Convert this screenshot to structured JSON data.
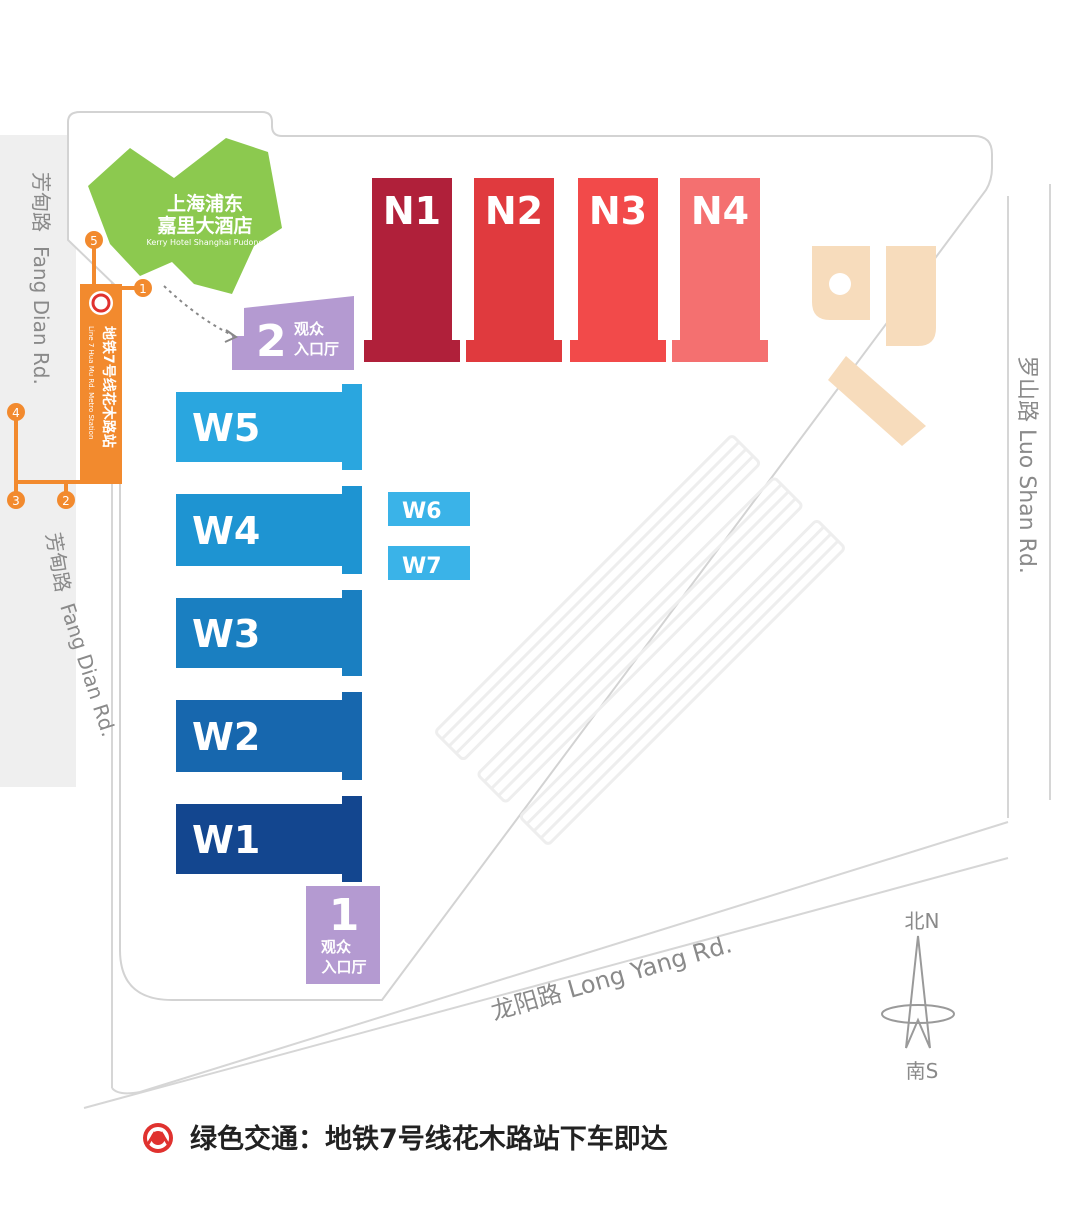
{
  "roads": {
    "fang_dian_top_cn": "芳甸路",
    "fang_dian_top_en": "Fang Dian Rd.",
    "fang_dian_bottom_cn": "芳甸路",
    "fang_dian_bottom_en": "Fang Dian Rd.",
    "luo_shan": "罗山路 Luo Shan Rd.",
    "long_yang": "龙阳路 Long Yang Rd."
  },
  "hotel": {
    "name_line1": "上海浦东",
    "name_line2": "嘉里大酒店",
    "name_en": "Kerry Hotel Shanghai Pudong",
    "color": "#8cc94f"
  },
  "metro": {
    "station_cn": "地铁7号线花木路站",
    "station_en": "Line 7 Hua Mu Rd. Metro Station",
    "color": "#f28a2e",
    "exits": [
      "5",
      "1",
      "4",
      "3",
      "2"
    ]
  },
  "entrances": [
    {
      "number": "2",
      "label_line1": "观众",
      "label_line2": "入口厅"
    },
    {
      "number": "1",
      "label_line1": "观众",
      "label_line2": "入口厅"
    }
  ],
  "halls_north": [
    {
      "label": "N1",
      "color": "#b0203a"
    },
    {
      "label": "N2",
      "color": "#e03a3e"
    },
    {
      "label": "N3",
      "color": "#f24a4a"
    },
    {
      "label": "N4",
      "color": "#f47070"
    }
  ],
  "halls_west": [
    {
      "label": "W5",
      "color": "#2aa6df"
    },
    {
      "label": "W4",
      "color": "#1e94d2"
    },
    {
      "label": "W3",
      "color": "#1a7fc1"
    },
    {
      "label": "W2",
      "color": "#1767ae"
    },
    {
      "label": "W1",
      "color": "#13468f"
    }
  ],
  "halls_small": [
    {
      "label": "W6",
      "color": "#3ab3e8"
    },
    {
      "label": "W7",
      "color": "#3ab3e8"
    }
  ],
  "compass": {
    "north": "北N",
    "south": "南S"
  },
  "footer": {
    "text": "绿色交通：地铁7号线花木路站下车即达",
    "icon": "metro-logo-icon",
    "icon_color": "#e0322f"
  },
  "entrance_color": "#b49ad1"
}
